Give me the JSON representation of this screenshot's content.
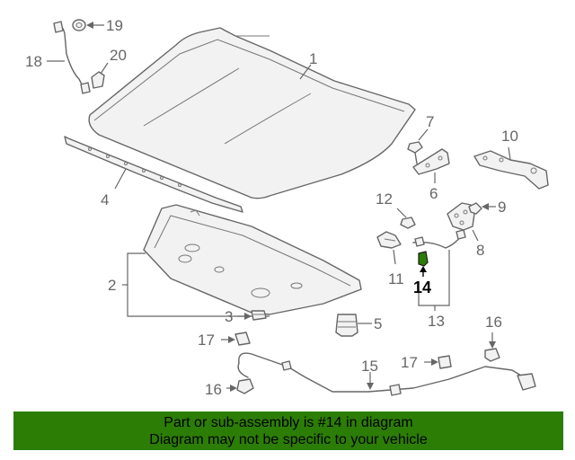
{
  "diagram": {
    "callouts": {
      "c1": "1",
      "c2": "2",
      "c3": "3",
      "c4": "4",
      "c5": "5",
      "c6": "6",
      "c7": "7",
      "c8": "8",
      "c9": "9",
      "c10": "10",
      "c11": "11",
      "c12": "12",
      "c13": "13",
      "c14": "14",
      "c15": "15",
      "c16a": "16",
      "c16b": "16",
      "c17a": "17",
      "c17b": "17",
      "c18": "18",
      "c19": "19",
      "c20": "20"
    },
    "highlighted_part": "14",
    "highlight_color": "#2c7d06"
  },
  "banner": {
    "line1": "Part or sub-assembly is #14 in diagram",
    "line2": "Diagram may not be specific to your vehicle",
    "background": "#2c7d06"
  }
}
